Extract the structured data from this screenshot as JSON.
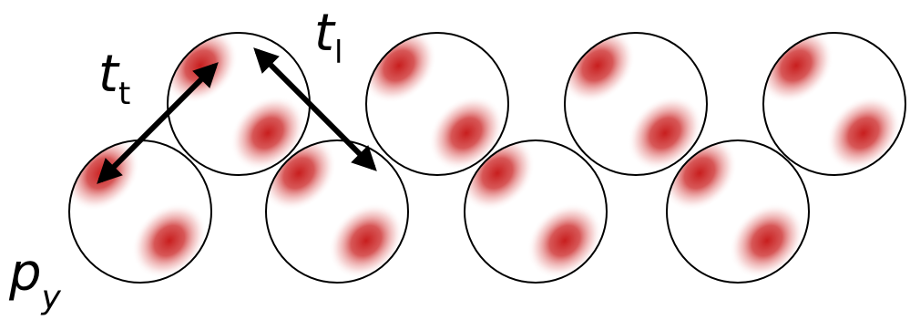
{
  "labels": {
    "t_transverse": {
      "main": "t",
      "sub": "t"
    },
    "t_longitudinal": {
      "main": "t",
      "sub": "l"
    },
    "orbital": {
      "main": "p",
      "sub": "y"
    }
  },
  "colors": {
    "lobe": "#c81e1e",
    "outline": "#000000",
    "arrow": "#000000",
    "background": "#ffffff"
  },
  "orbital_count": 8,
  "icons": [
    "p-orbital-sphere",
    "double-headed-arrow"
  ]
}
